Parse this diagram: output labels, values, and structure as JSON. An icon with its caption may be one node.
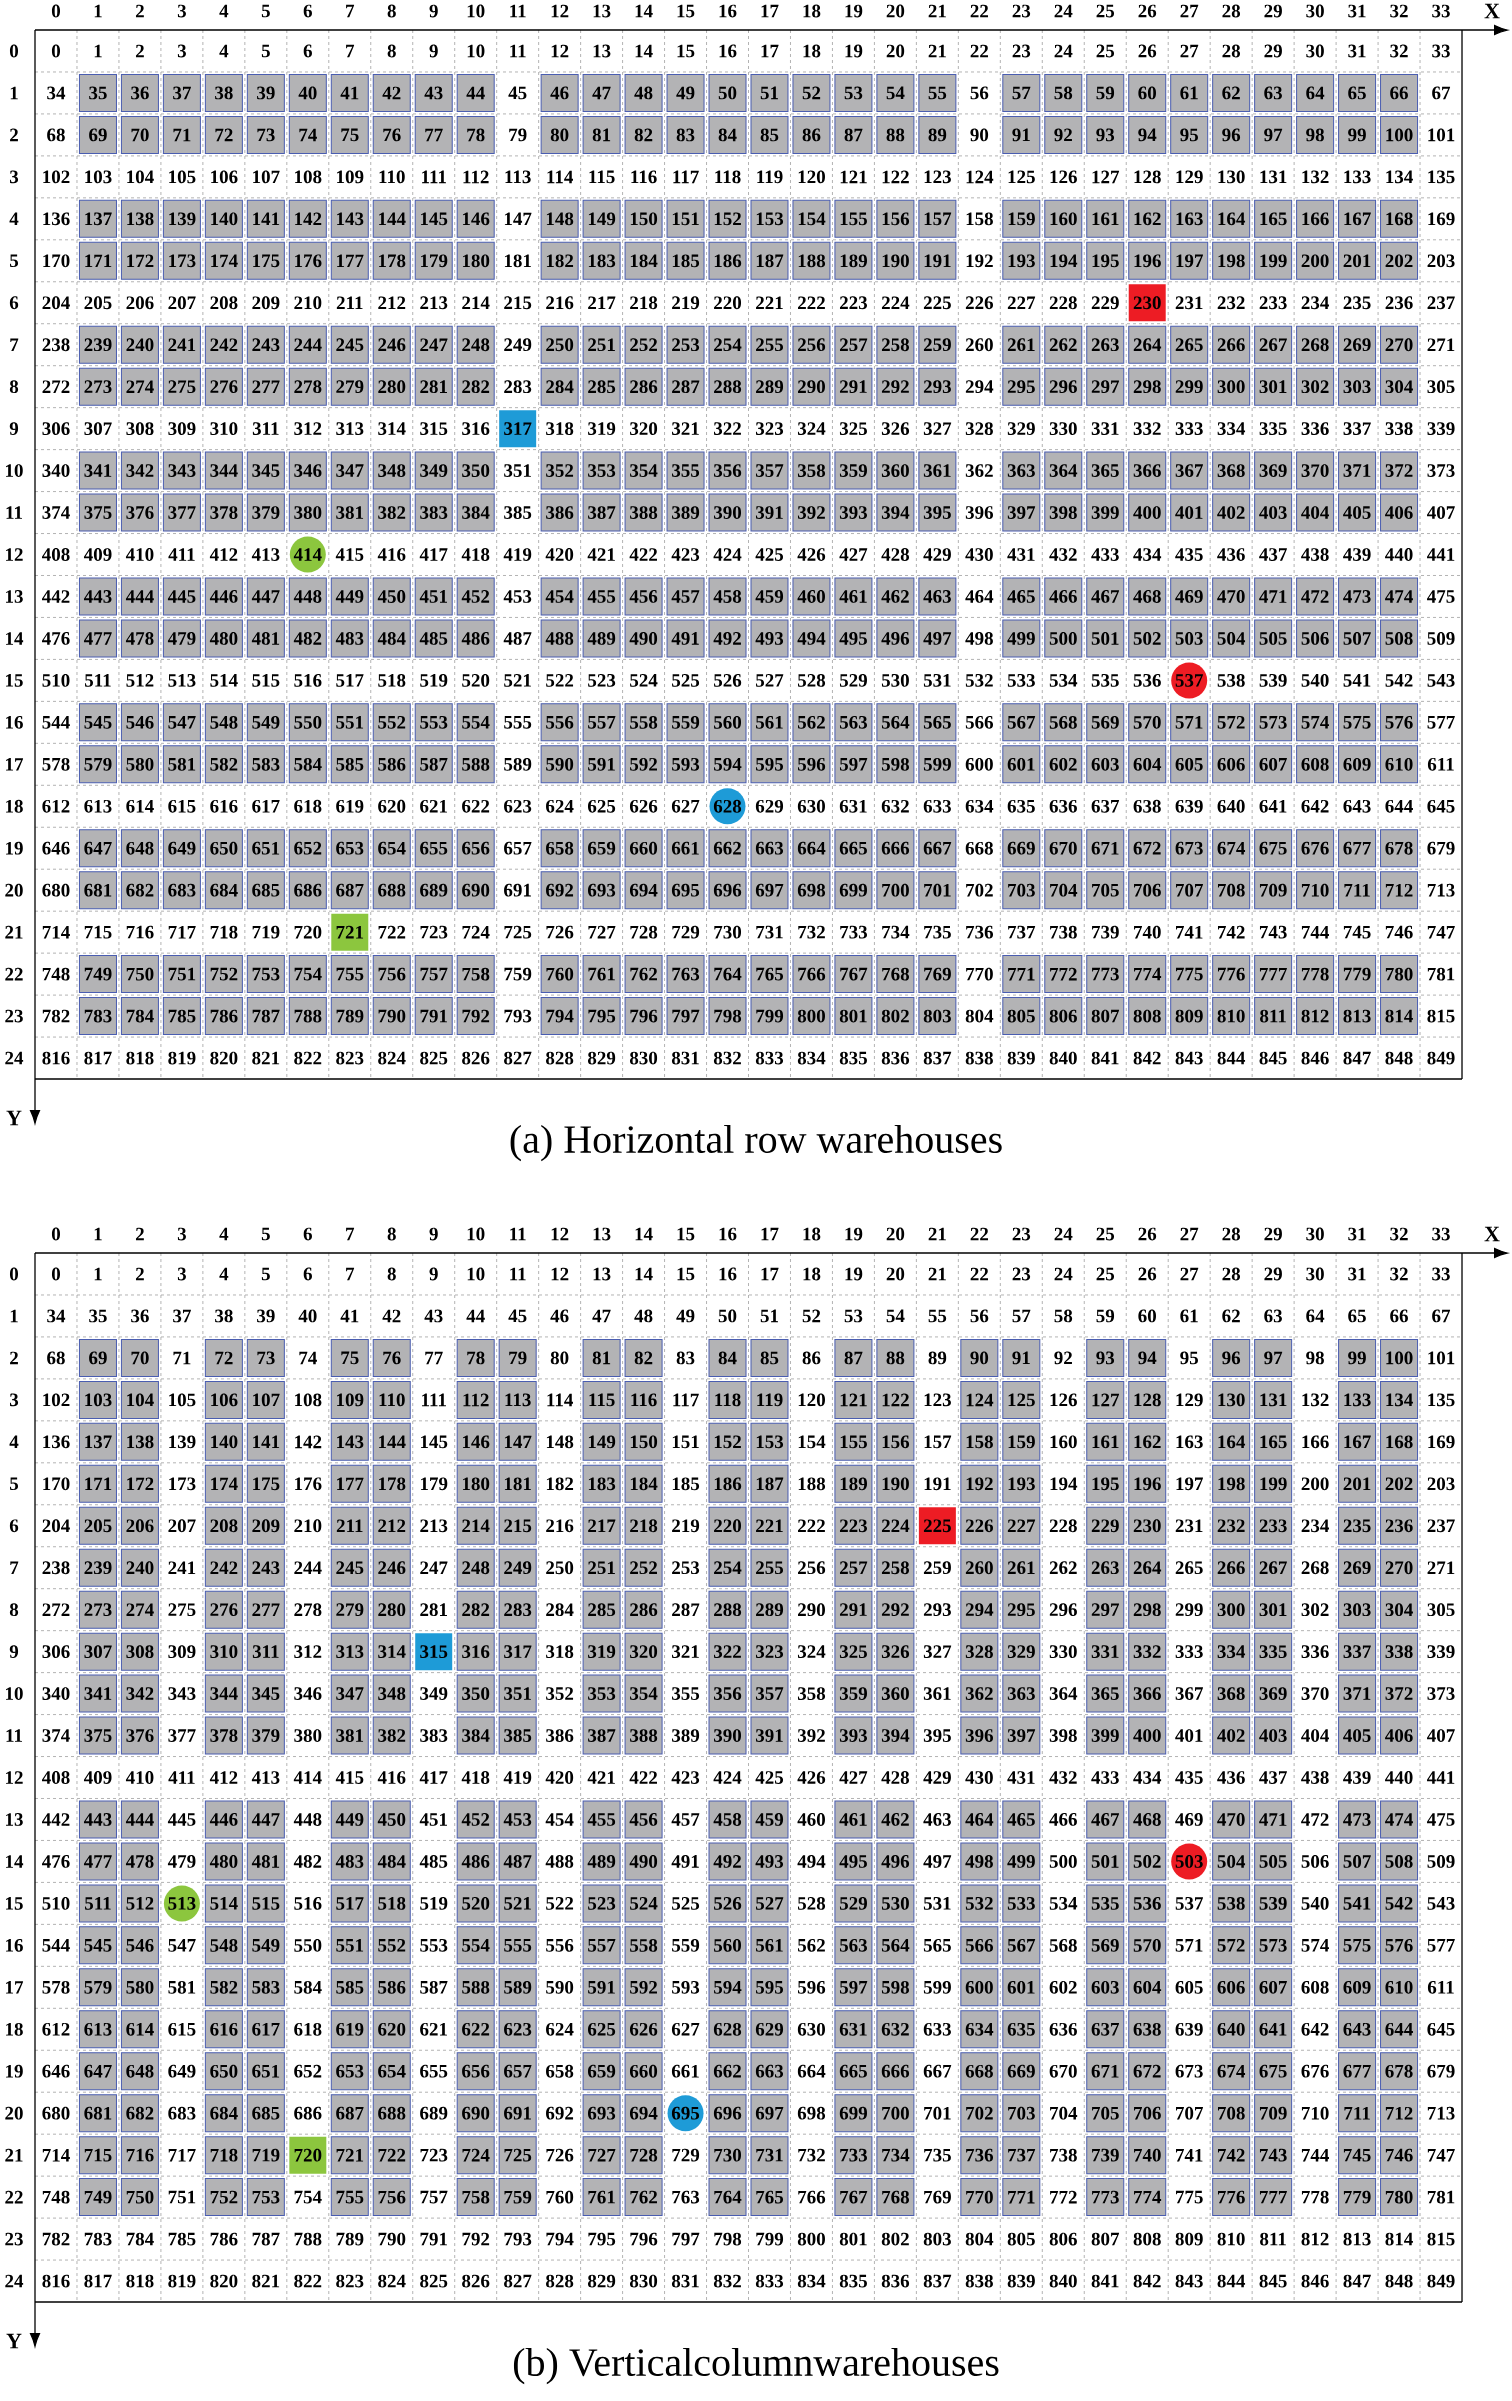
{
  "diagram": {
    "nodes": [
      {
        "text": [
          "230"
        ]
      },
      {
        "text": [
          "317"
        ]
      },
      {
        "text": [
          "414"
        ]
      },
      {
        "text": [
          "537"
        ]
      },
      {
        "text": [
          "628"
        ]
      },
      {
        "text": [
          "721"
        ]
      },
      {
        "text": [
          "225"
        ]
      },
      {
        "text": [
          "315"
        ]
      },
      {
        "text": [
          "503"
        ]
      },
      {
        "text": [
          "513"
        ]
      },
      {
        "text": [
          "695"
        ]
      },
      {
        "text": [
          "720"
        ]
      }
    ],
    "labels": [
      "0",
      "1",
      "2",
      "3",
      "4",
      "5",
      "6",
      "7",
      "8",
      "9",
      "10",
      "11",
      "12",
      "13",
      "14",
      "15",
      "16",
      "17",
      "18",
      "19",
      "20",
      "21",
      "22",
      "23",
      "24",
      "25",
      "26",
      "27",
      "28",
      "29",
      "30",
      "31",
      "32",
      "33",
      "X",
      "0",
      "0",
      "1",
      "2",
      "3",
      "4",
      "5",
      "6",
      "7",
      "8",
      "9",
      "10",
      "11",
      "12",
      "13",
      "14",
      "15",
      "16",
      "17",
      "18",
      "19",
      "20",
      "21",
      "22",
      "23",
      "24",
      "25",
      "26",
      "27",
      "28",
      "29",
      "30",
      "31",
      "32",
      "33",
      "1",
      "34",
      "35",
      "36",
      "37",
      "38",
      "39",
      "40",
      "41",
      "42",
      "43",
      "44",
      "45",
      "46",
      "47",
      "48",
      "49",
      "50",
      "51",
      "52",
      "53",
      "54",
      "55",
      "56",
      "57",
      "58",
      "59",
      "60",
      "61",
      "62",
      "63",
      "64",
      "65",
      "66",
      "67",
      "2",
      "68",
      "69",
      "70",
      "71",
      "72",
      "73",
      "74",
      "75",
      "76",
      "77",
      "78",
      "79",
      "80",
      "81",
      "82",
      "83",
      "84",
      "85",
      "86",
      "87",
      "88",
      "89",
      "90",
      "91",
      "92",
      "93",
      "94",
      "95",
      "96",
      "97",
      "98",
      "99",
      "100",
      "101",
      "3",
      "102",
      "103",
      "104",
      "105",
      "106",
      "107",
      "108",
      "109",
      "110",
      "111",
      "112",
      "113",
      "114",
      "115",
      "116",
      "117",
      "118",
      "119",
      "120",
      "121",
      "122",
      "123",
      "124",
      "125",
      "126",
      "127",
      "128",
      "129",
      "130",
      "131",
      "132",
      "133",
      "134",
      "135",
      "4",
      "136",
      "137",
      "138",
      "139",
      "140",
      "141",
      "142",
      "143",
      "144",
      "145",
      "146",
      "147",
      "148",
      "149",
      "150",
      "151",
      "152",
      "153",
      "154",
      "155",
      "156",
      "157",
      "158",
      "159",
      "160",
      "161",
      "162",
      "163",
      "164",
      "165",
      "166",
      "167",
      "168",
      "169",
      "5",
      "170",
      "171",
      "172",
      "173",
      "174",
      "175",
      "176",
      "177",
      "178",
      "179",
      "180",
      "181",
      "182",
      "183",
      "184",
      "185",
      "186",
      "187",
      "188",
      "189",
      "190",
      "191",
      "192",
      "193",
      "194",
      "195",
      "196",
      "197",
      "198",
      "199",
      "200",
      "201",
      "202",
      "203",
      "6",
      "204",
      "205",
      "206",
      "207",
      "208",
      "209",
      "210",
      "211",
      "212",
      "213",
      "214",
      "215",
      "216",
      "217",
      "218",
      "219",
      "220",
      "221",
      "222",
      "223",
      "224",
      "225",
      "226",
      "227",
      "228",
      "229",
      "231",
      "232",
      "233",
      "234",
      "235",
      "236",
      "237",
      "7",
      "238",
      "239",
      "240",
      "241",
      "242",
      "243",
      "244",
      "245",
      "246",
      "247",
      "248",
      "249",
      "250",
      "251",
      "252",
      "253",
      "254",
      "255",
      "256",
      "257",
      "258",
      "259",
      "260",
      "261",
      "262",
      "263",
      "264",
      "265",
      "266",
      "267",
      "268",
      "269",
      "270",
      "271",
      "8",
      "272",
      "273",
      "274",
      "275",
      "276",
      "277",
      "278",
      "279",
      "280",
      "281",
      "282",
      "283",
      "284",
      "285",
      "286",
      "287",
      "288",
      "289",
      "290",
      "291",
      "292",
      "293",
      "294",
      "295",
      "296",
      "297",
      "298",
      "299",
      "300",
      "301",
      "302",
      "303",
      "304",
      "305",
      "9",
      "306",
      "307",
      "308",
      "309",
      "310",
      "311",
      "312",
      "313",
      "314",
      "315",
      "316",
      "318",
      "319",
      "320",
      "321",
      "322",
      "323",
      "324",
      "325",
      "326",
      "327",
      "328",
      "329",
      "330",
      "331",
      "332",
      "333",
      "334",
      "335",
      "336",
      "337",
      "338",
      "339",
      "10",
      "340",
      "341",
      "342",
      "343",
      "344",
      "345",
      "346",
      "347",
      "348",
      "349",
      "350",
      "351",
      "352",
      "353",
      "354",
      "355",
      "356",
      "357",
      "358",
      "359",
      "360",
      "361",
      "362",
      "363",
      "364",
      "365",
      "366",
      "367",
      "368",
      "369",
      "370",
      "371",
      "372",
      "373",
      "11",
      "374",
      "375",
      "376",
      "377",
      "378",
      "379",
      "380",
      "381",
      "382",
      "383",
      "384",
      "385",
      "386",
      "387",
      "388",
      "389",
      "390",
      "391",
      "392",
      "393",
      "394",
      "395",
      "396",
      "397",
      "398",
      "399",
      "400",
      "401",
      "402",
      "403",
      "404",
      "405",
      "406",
      "407",
      "12",
      "408",
      "409",
      "410",
      "411",
      "412",
      "413",
      "415",
      "416",
      "417",
      "418",
      "419",
      "420",
      "421",
      "422",
      "423",
      "424",
      "425",
      "426",
      "427",
      "428",
      "429",
      "430",
      "431",
      "432",
      "433",
      "434",
      "435",
      "436",
      "437",
      "438",
      "439",
      "440",
      "441",
      "13",
      "442",
      "443",
      "444",
      "445",
      "446",
      "447",
      "448",
      "449",
      "450",
      "451",
      "452",
      "453",
      "454",
      "455",
      "456",
      "457",
      "458",
      "459",
      "460",
      "461",
      "462",
      "463",
      "464",
      "465",
      "466",
      "467",
      "468",
      "469",
      "470",
      "471",
      "472",
      "473",
      "474",
      "475",
      "14",
      "476",
      "477",
      "478",
      "479",
      "480",
      "481",
      "482",
      "483",
      "484",
      "485",
      "486",
      "487",
      "488",
      "489",
      "490",
      "491",
      "492",
      "493",
      "494",
      "495",
      "496",
      "497",
      "498",
      "499",
      "500",
      "501",
      "502",
      "503",
      "504",
      "505",
      "506",
      "507",
      "508",
      "509",
      "15",
      "510",
      "511",
      "512",
      "513",
      "514",
      "515",
      "516",
      "517",
      "518",
      "519",
      "520",
      "521",
      "522",
      "523",
      "524",
      "525",
      "526",
      "527",
      "528",
      "529",
      "530",
      "531",
      "532",
      "533",
      "534",
      "535",
      "536",
      "538",
      "539",
      "540",
      "541",
      "542",
      "543",
      "16",
      "544",
      "545",
      "546",
      "547",
      "548",
      "549",
      "550",
      "551",
      "552",
      "553",
      "554",
      "555",
      "556",
      "557",
      "558",
      "559",
      "560",
      "561",
      "562",
      "563",
      "564",
      "565",
      "566",
      "567",
      "568",
      "569",
      "570",
      "571",
      "572",
      "573",
      "574",
      "575",
      "576",
      "577",
      "17",
      "578",
      "579",
      "580",
      "581",
      "582",
      "583",
      "584",
      "585",
      "586",
      "587",
      "588",
      "589",
      "590",
      "591",
      "592",
      "593",
      "594",
      "595",
      "596",
      "597",
      "598",
      "599",
      "600",
      "601",
      "602",
      "603",
      "604",
      "605",
      "606",
      "607",
      "608",
      "609",
      "610",
      "611",
      "18",
      "612",
      "613",
      "614",
      "615",
      "616",
      "617",
      "618",
      "619",
      "620",
      "621",
      "622",
      "623",
      "624",
      "625",
      "626",
      "627",
      "629",
      "630",
      "631",
      "632",
      "633",
      "634",
      "635",
      "636",
      "637",
      "638",
      "639",
      "640",
      "641",
      "642",
      "643",
      "644",
      "645",
      "19",
      "646",
      "647",
      "648",
      "649",
      "650",
      "651",
      "652",
      "653",
      "654",
      "655",
      "656",
      "657",
      "658",
      "659",
      "660",
      "661",
      "662",
      "663",
      "664",
      "665",
      "666",
      "667",
      "668",
      "669",
      "670",
      "671",
      "672",
      "673",
      "674",
      "675",
      "676",
      "677",
      "678",
      "679",
      "20",
      "680",
      "681",
      "682",
      "683",
      "684",
      "685",
      "686",
      "687",
      "688",
      "689",
      "690",
      "691",
      "692",
      "693",
      "694",
      "695",
      "696",
      "697",
      "698",
      "699",
      "700",
      "701",
      "702",
      "703",
      "704",
      "705",
      "706",
      "707",
      "708",
      "709",
      "710",
      "711",
      "712",
      "713",
      "21",
      "714",
      "715",
      "716",
      "717",
      "718",
      "719",
      "720",
      "722",
      "723",
      "724",
      "725",
      "726",
      "727",
      "728",
      "729",
      "730",
      "731",
      "732",
      "733",
      "734",
      "735",
      "736",
      "737",
      "738",
      "739",
      "740",
      "741",
      "742",
      "743",
      "744",
      "745",
      "746",
      "747",
      "22",
      "748",
      "749",
      "750",
      "751",
      "752",
      "753",
      "754",
      "755",
      "756",
      "757",
      "758",
      "759",
      "760",
      "761",
      "762",
      "763",
      "764",
      "765",
      "766",
      "767",
      "768",
      "769",
      "770",
      "771",
      "772",
      "773",
      "774",
      "775",
      "776",
      "777",
      "778",
      "779",
      "780",
      "781",
      "23",
      "782",
      "783",
      "784",
      "785",
      "786",
      "787",
      "788",
      "789",
      "790",
      "791",
      "792",
      "793",
      "794",
      "795",
      "796",
      "797",
      "798",
      "799",
      "800",
      "801",
      "802",
      "803",
      "804",
      "805",
      "806",
      "807",
      "808",
      "809",
      "810",
      "811",
      "812",
      "813",
      "814",
      "815",
      "24",
      "816",
      "817",
      "818",
      "819",
      "820",
      "821",
      "822",
      "823",
      "824",
      "825",
      "826",
      "827",
      "828",
      "829",
      "830",
      "831",
      "832",
      "833",
      "834",
      "835",
      "836",
      "837",
      "838",
      "839",
      "840",
      "841",
      "842",
      "843",
      "844",
      "845",
      "846",
      "847",
      "848",
      "849",
      "Y",
      "(a) Horizontal row warehouses",
      "0",
      "1",
      "2",
      "3",
      "4",
      "5",
      "6",
      "7",
      "8",
      "9",
      "10",
      "11",
      "12",
      "13",
      "14",
      "15",
      "16",
      "17",
      "18",
      "19",
      "20",
      "21",
      "22",
      "23",
      "24",
      "25",
      "26",
      "27",
      "28",
      "29",
      "30",
      "31",
      "32",
      "33",
      "X",
      "0",
      "0",
      "1",
      "2",
      "3",
      "4",
      "5",
      "6",
      "7",
      "8",
      "9",
      "10",
      "11",
      "12",
      "13",
      "14",
      "15",
      "16",
      "17",
      "18",
      "19",
      "20",
      "21",
      "22",
      "23",
      "24",
      "25",
      "26",
      "27",
      "28",
      "29",
      "30",
      "31",
      "32",
      "33",
      "1",
      "34",
      "35",
      "36",
      "37",
      "38",
      "39",
      "40",
      "41",
      "42",
      "43",
      "44",
      "45",
      "46",
      "47",
      "48",
      "49",
      "50",
      "51",
      "52",
      "53",
      "54",
      "55",
      "56",
      "57",
      "58",
      "59",
      "60",
      "61",
      "62",
      "63",
      "64",
      "65",
      "66",
      "67",
      "2",
      "68",
      "69",
      "70",
      "71",
      "72",
      "73",
      "74",
      "75",
      "76",
      "77",
      "78",
      "79",
      "80",
      "81",
      "82",
      "83",
      "84",
      "85",
      "86",
      "87",
      "88",
      "89",
      "90",
      "91",
      "92",
      "93",
      "94",
      "95",
      "96",
      "97",
      "98",
      "99",
      "100",
      "101",
      "3",
      "102",
      "103",
      "104",
      "105",
      "106",
      "107",
      "108",
      "109",
      "110",
      "111",
      "112",
      "113",
      "114",
      "115",
      "116",
      "117",
      "118",
      "119",
      "120",
      "121",
      "122",
      "123",
      "124",
      "125",
      "126",
      "127",
      "128",
      "129",
      "130",
      "131",
      "132",
      "133",
      "134",
      "135",
      "4",
      "136",
      "137",
      "138",
      "139",
      "140",
      "141",
      "142",
      "143",
      "144",
      "145",
      "146",
      "147",
      "148",
      "149",
      "150",
      "151",
      "152",
      "153",
      "154",
      "155",
      "156",
      "157",
      "158",
      "159",
      "160",
      "161",
      "162",
      "163",
      "164",
      "165",
      "166",
      "167",
      "168",
      "169",
      "5",
      "170",
      "171",
      "172",
      "173",
      "174",
      "175",
      "176",
      "177",
      "178",
      "179",
      "180",
      "181",
      "182",
      "183",
      "184",
      "185",
      "186",
      "187",
      "188",
      "189",
      "190",
      "191",
      "192",
      "193",
      "194",
      "195",
      "196",
      "197",
      "198",
      "199",
      "200",
      "201",
      "202",
      "203",
      "6",
      "204",
      "205",
      "206",
      "207",
      "208",
      "209",
      "210",
      "211",
      "212",
      "213",
      "214",
      "215",
      "216",
      "217",
      "218",
      "219",
      "220",
      "221",
      "222",
      "223",
      "224",
      "226",
      "227",
      "228",
      "229",
      "230",
      "231",
      "232",
      "233",
      "234",
      "235",
      "236",
      "237",
      "7",
      "238",
      "239",
      "240",
      "241",
      "242",
      "243",
      "244",
      "245",
      "246",
      "247",
      "248",
      "249",
      "250",
      "251",
      "252",
      "253",
      "254",
      "255",
      "256",
      "257",
      "258",
      "259",
      "260",
      "261",
      "262",
      "263",
      "264",
      "265",
      "266",
      "267",
      "268",
      "269",
      "270",
      "271",
      "8",
      "272",
      "273",
      "274",
      "275",
      "276",
      "277",
      "278",
      "279",
      "280",
      "281",
      "282",
      "283",
      "284",
      "285",
      "286",
      "287",
      "288",
      "289",
      "290",
      "291",
      "292",
      "293",
      "294",
      "295",
      "296",
      "297",
      "298",
      "299",
      "300",
      "301",
      "302",
      "303",
      "304",
      "305",
      "9",
      "306",
      "307",
      "308",
      "309",
      "310",
      "311",
      "312",
      "313",
      "314",
      "316",
      "317",
      "318",
      "319",
      "320",
      "321",
      "322",
      "323",
      "324",
      "325",
      "326",
      "327",
      "328",
      "329",
      "330",
      "331",
      "332",
      "333",
      "334",
      "335",
      "336",
      "337",
      "338",
      "339",
      "10",
      "340",
      "341",
      "342",
      "343",
      "344",
      "345",
      "346",
      "347",
      "348",
      "349",
      "350",
      "351",
      "352",
      "353",
      "354",
      "355",
      "356",
      "357",
      "358",
      "359",
      "360",
      "361",
      "362",
      "363",
      "364",
      "365",
      "366",
      "367",
      "368",
      "369",
      "370",
      "371",
      "372",
      "373",
      "11",
      "374",
      "375",
      "376",
      "377",
      "378",
      "379",
      "380",
      "381",
      "382",
      "383",
      "384",
      "385",
      "386",
      "387",
      "388",
      "389",
      "390",
      "391",
      "392",
      "393",
      "394",
      "395",
      "396",
      "397",
      "398",
      "399",
      "400",
      "401",
      "402",
      "403",
      "404",
      "405",
      "406",
      "407",
      "12",
      "408",
      "409",
      "410",
      "411",
      "412",
      "413",
      "414",
      "415",
      "416",
      "417",
      "418",
      "419",
      "420",
      "421",
      "422",
      "423",
      "424",
      "425",
      "426",
      "427",
      "428",
      "429",
      "430",
      "431",
      "432",
      "433",
      "434",
      "435",
      "436",
      "437",
      "438",
      "439",
      "440",
      "441",
      "13",
      "442",
      "443",
      "444",
      "445",
      "446",
      "447",
      "448",
      "449",
      "450",
      "451",
      "452",
      "453",
      "454",
      "455",
      "456",
      "457",
      "458",
      "459",
      "460",
      "461",
      "462",
      "463",
      "464",
      "465",
      "466",
      "467",
      "468",
      "469",
      "470",
      "471",
      "472",
      "473",
      "474",
      "475",
      "14",
      "476",
      "477",
      "478",
      "479",
      "480",
      "481",
      "482",
      "483",
      "484",
      "485",
      "486",
      "487",
      "488",
      "489",
      "490",
      "491",
      "492",
      "493",
      "494",
      "495",
      "496",
      "497",
      "498",
      "499",
      "500",
      "501",
      "502",
      "504",
      "505",
      "506",
      "507",
      "508",
      "509",
      "15",
      "510",
      "511",
      "512",
      "514",
      "515",
      "516",
      "517",
      "518",
      "519",
      "520",
      "521",
      "522",
      "523",
      "524",
      "525",
      "526",
      "527",
      "528",
      "529",
      "530",
      "531",
      "532",
      "533",
      "534",
      "535",
      "536",
      "537",
      "538",
      "539",
      "540",
      "541",
      "542",
      "543",
      "16",
      "544",
      "545",
      "546",
      "547",
      "548",
      "549",
      "550",
      "551",
      "552",
      "553",
      "554",
      "555",
      "556",
      "557",
      "558",
      "559",
      "560",
      "561",
      "562",
      "563",
      "564",
      "565",
      "566",
      "567",
      "568",
      "569",
      "570",
      "571",
      "572",
      "573",
      "574",
      "575",
      "576",
      "577",
      "17",
      "578",
      "579",
      "580",
      "581",
      "582",
      "583",
      "584",
      "585",
      "586",
      "587",
      "588",
      "589",
      "590",
      "591",
      "592",
      "593",
      "594",
      "595",
      "596",
      "597",
      "598",
      "599",
      "600",
      "601",
      "602",
      "603",
      "604",
      "605",
      "606",
      "607",
      "608",
      "609",
      "610",
      "611",
      "18",
      "612",
      "613",
      "614",
      "615",
      "616",
      "617",
      "618",
      "619",
      "620",
      "621",
      "622",
      "623",
      "624",
      "625",
      "626",
      "627",
      "628",
      "629",
      "630",
      "631",
      "632",
      "633",
      "634",
      "635",
      "636",
      "637",
      "638",
      "639",
      "640",
      "641",
      "642",
      "643",
      "644",
      "645",
      "19",
      "646",
      "647",
      "648",
      "649",
      "650",
      "651",
      "652",
      "653",
      "654",
      "655",
      "656",
      "657",
      "658",
      "659",
      "660",
      "661",
      "662",
      "663",
      "664",
      "665",
      "666",
      "667",
      "668",
      "669",
      "670",
      "671",
      "672",
      "673",
      "674",
      "675",
      "676",
      "677",
      "678",
      "679",
      "20",
      "680",
      "681",
      "682",
      "683",
      "684",
      "685",
      "686",
      "687",
      "688",
      "689",
      "690",
      "691",
      "692",
      "693",
      "694",
      "696",
      "697",
      "698",
      "699",
      "700",
      "701",
      "702",
      "703",
      "704",
      "705",
      "706",
      "707",
      "708",
      "709",
      "710",
      "711",
      "712",
      "713",
      "21",
      "714",
      "715",
      "716",
      "717",
      "718",
      "719",
      "721",
      "722",
      "723",
      "724",
      "725",
      "726",
      "727",
      "728",
      "729",
      "730",
      "731",
      "732",
      "733",
      "734",
      "735",
      "736",
      "737",
      "738",
      "739",
      "740",
      "741",
      "742",
      "743",
      "744",
      "745",
      "746",
      "747",
      "22",
      "748",
      "749",
      "750",
      "751",
      "752",
      "753",
      "754",
      "755",
      "756",
      "757",
      "758",
      "759",
      "760",
      "761",
      "762",
      "763",
      "764",
      "765",
      "766",
      "767",
      "768",
      "769",
      "770",
      "771",
      "772",
      "773",
      "774",
      "775",
      "776",
      "777",
      "778",
      "779",
      "780",
      "781",
      "23",
      "782",
      "783",
      "784",
      "785",
      "786",
      "787",
      "788",
      "789",
      "790",
      "791",
      "792",
      "793",
      "794",
      "795",
      "796",
      "797",
      "798",
      "799",
      "800",
      "801",
      "802",
      "803",
      "804",
      "805",
      "806",
      "807",
      "808",
      "809",
      "810",
      "811",
      "812",
      "813",
      "814",
      "815",
      "24",
      "816",
      "817",
      "818",
      "819",
      "820",
      "821",
      "822",
      "823",
      "824",
      "825",
      "826",
      "827",
      "828",
      "829",
      "830",
      "831",
      "832",
      "833",
      "834",
      "835",
      "836",
      "837",
      "838",
      "839",
      "840",
      "841",
      "842",
      "843",
      "844",
      "845",
      "846",
      "847",
      "848",
      "849",
      "Y",
      "(b) Verticalcolumnwarehouses"
    ]
  }
}
